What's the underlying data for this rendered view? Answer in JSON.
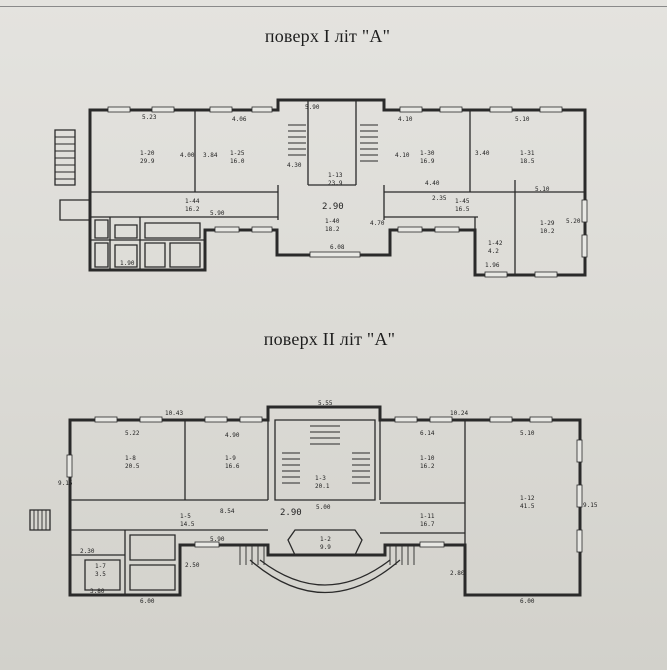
{
  "floor1": {
    "title": "поверх I літ \"А\"",
    "dimensions": [
      "5.23",
      "4.06",
      "5.90",
      "4.10",
      "5.10",
      "4.00",
      "3.84",
      "4.30",
      "4.40",
      "3.40",
      "5.10",
      "5.20",
      "4.10",
      "2.35",
      "5.90",
      "6.08",
      "4.70",
      "1.90",
      "1.96",
      "2.90"
    ],
    "room_labels": [
      "1-20\n29.9",
      "1-25\n16.0",
      "1-13\n23.9",
      "1-30\n16.9",
      "1-31\n18.5",
      "1-40\n18.2",
      "1-44\n16.2",
      "1-45\n16.5",
      "1-29\n10.2",
      "1-42\n4.2"
    ]
  },
  "floor2": {
    "title": "поверх II літ \"А\"",
    "dimensions": [
      "10.43",
      "5.22",
      "4.90",
      "5.55",
      "10.24",
      "5.10",
      "6.14",
      "9.15",
      "5.00",
      "8.54",
      "5.90",
      "6.00",
      "6.00",
      "2.30",
      "3.80",
      "2.50",
      "2.90",
      "2.80",
      "9.15"
    ],
    "room_labels": [
      "1-8\n20.5",
      "1-9\n16.6",
      "1-3\n20.1",
      "1-10\n16.2",
      "1-12\n41.5",
      "1-5\n14.5",
      "1-2\n9.9",
      "1-7\n3.5",
      "1-11\n16.7"
    ]
  }
}
